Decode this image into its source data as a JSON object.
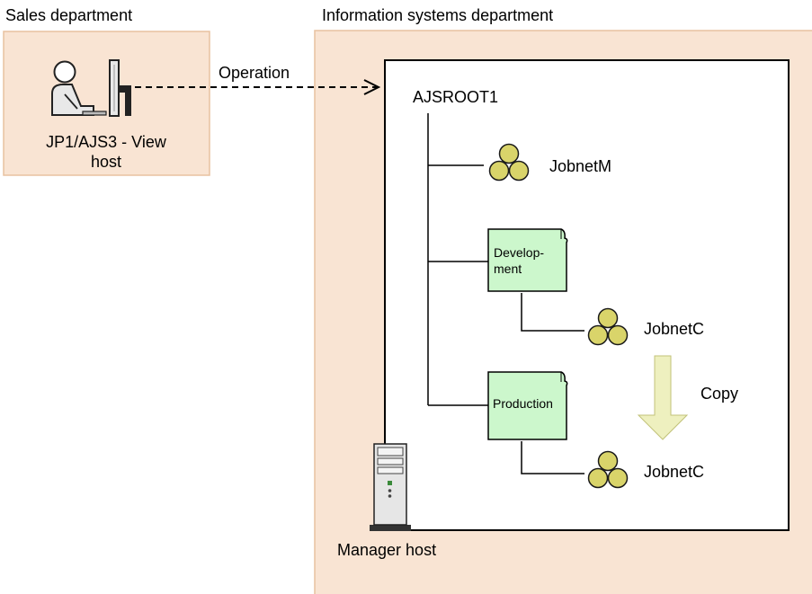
{
  "sales": {
    "title": "Sales department",
    "host_label_line1": "JP1/AJS3 - View",
    "host_label_line2": "host"
  },
  "operation_label": "Operation",
  "info_systems": {
    "title": "Information systems department",
    "manager_label": "Manager host"
  },
  "tree": {
    "root": "AJSROOT1",
    "jobnet_m": "JobnetM",
    "dev_group": {
      "line1": "Develop-",
      "line2": "ment"
    },
    "dev_jobnet": "JobnetC",
    "prod_group": "Production",
    "prod_jobnet": "JobnetC"
  },
  "copy_label": "Copy",
  "colors": {
    "region_fill": "#f9e4d3",
    "region_stroke": "#e8c2a0",
    "group_fill": "#ccf7cc",
    "jobnet_fill": "#d9d46a",
    "copy_arrow_fill": "#eef0bf"
  }
}
